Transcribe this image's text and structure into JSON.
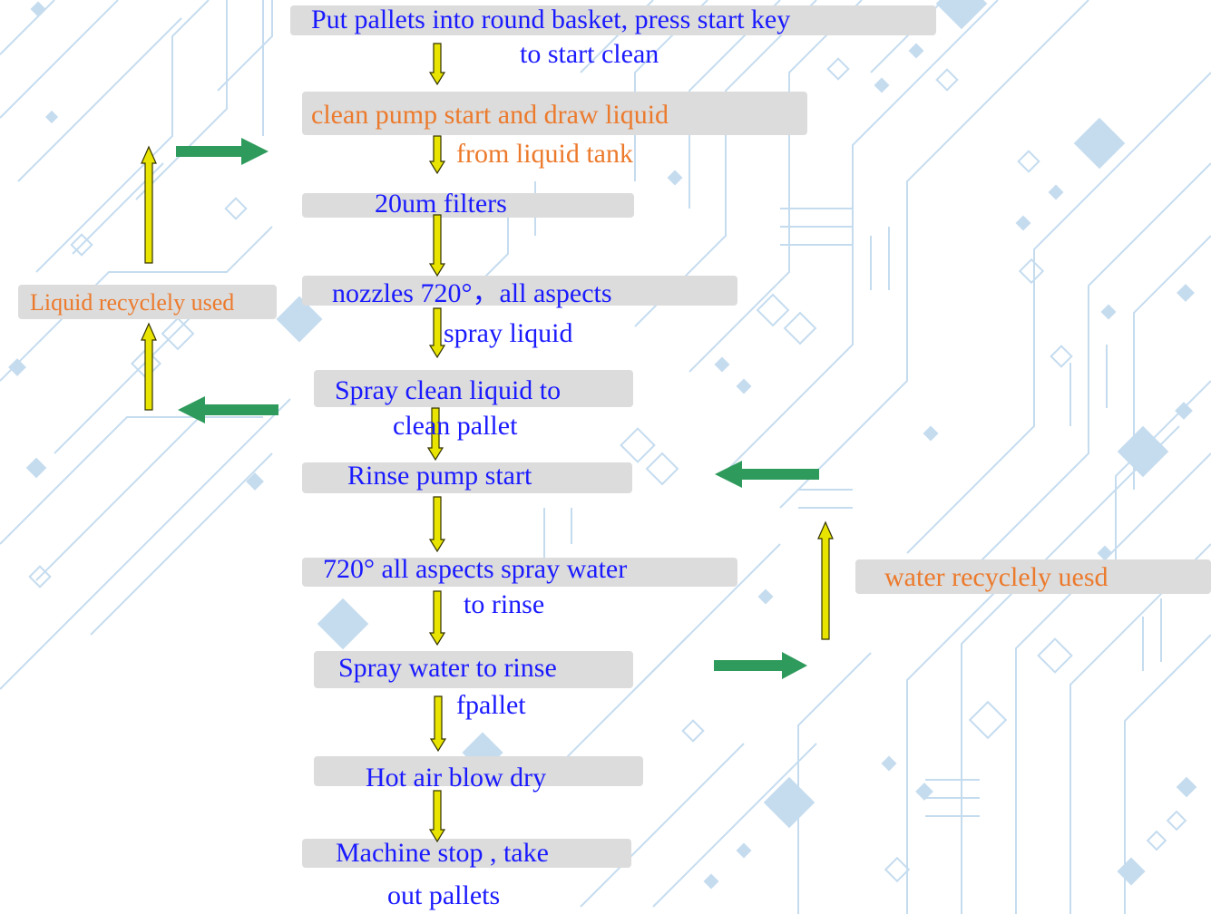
{
  "colors": {
    "step_text": "#1a1aff",
    "note_text": "#ec7a2c",
    "step_box": "#dcdcdc",
    "flow_arrow": "#e8e400",
    "recycle_arrow": "#2e9a5c",
    "background_pattern": "#c5dcef"
  },
  "steps": {
    "put_pallets": {
      "line1": "Put pallets into round basket, press start key",
      "line2": "to start clean"
    },
    "clean_pump": {
      "line1": "clean pump start and draw liquid",
      "line2": "from liquid tank"
    },
    "filters": {
      "line1": "20um filters"
    },
    "nozzles": {
      "line1": "nozzles 720°，all aspects",
      "line2": "spray liquid"
    },
    "spray_clean": {
      "line1": "Spray clean liquid to",
      "line2": "clean pallet"
    },
    "rinse_pump": {
      "line1": "Rinse pump start"
    },
    "spray_water_720": {
      "line1": "720° all aspects spray water",
      "line2": "to rinse"
    },
    "spray_rinse": {
      "line1": "Spray water to rinse",
      "line2": "fpallet"
    },
    "hot_air": {
      "line1": "Hot air blow dry"
    },
    "machine_stop": {
      "line1": "Machine stop , take",
      "line2": "out pallets"
    }
  },
  "side_notes": {
    "liquid_recycle": "Liquid recyclely used",
    "water_recycle": "water recyclely uesd"
  }
}
